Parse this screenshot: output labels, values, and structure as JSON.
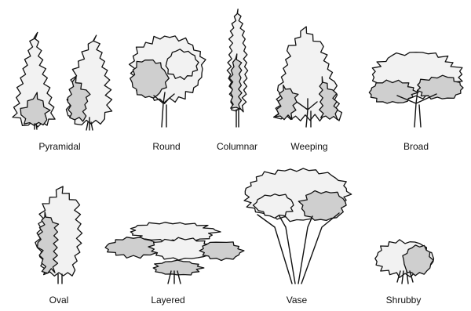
{
  "colors": {
    "light": "#f2f2f2",
    "mid": "#cfcfcf",
    "ink": "#111111",
    "background": "#ffffff"
  },
  "labels": {
    "pyramidal": "Pyramidal",
    "round": "Round",
    "columnar": "Columnar",
    "weeping": "Weeping",
    "broad": "Broad",
    "oval": "Oval",
    "layered": "Layered",
    "vase": "Vase",
    "shrubby": "Shrubby"
  }
}
